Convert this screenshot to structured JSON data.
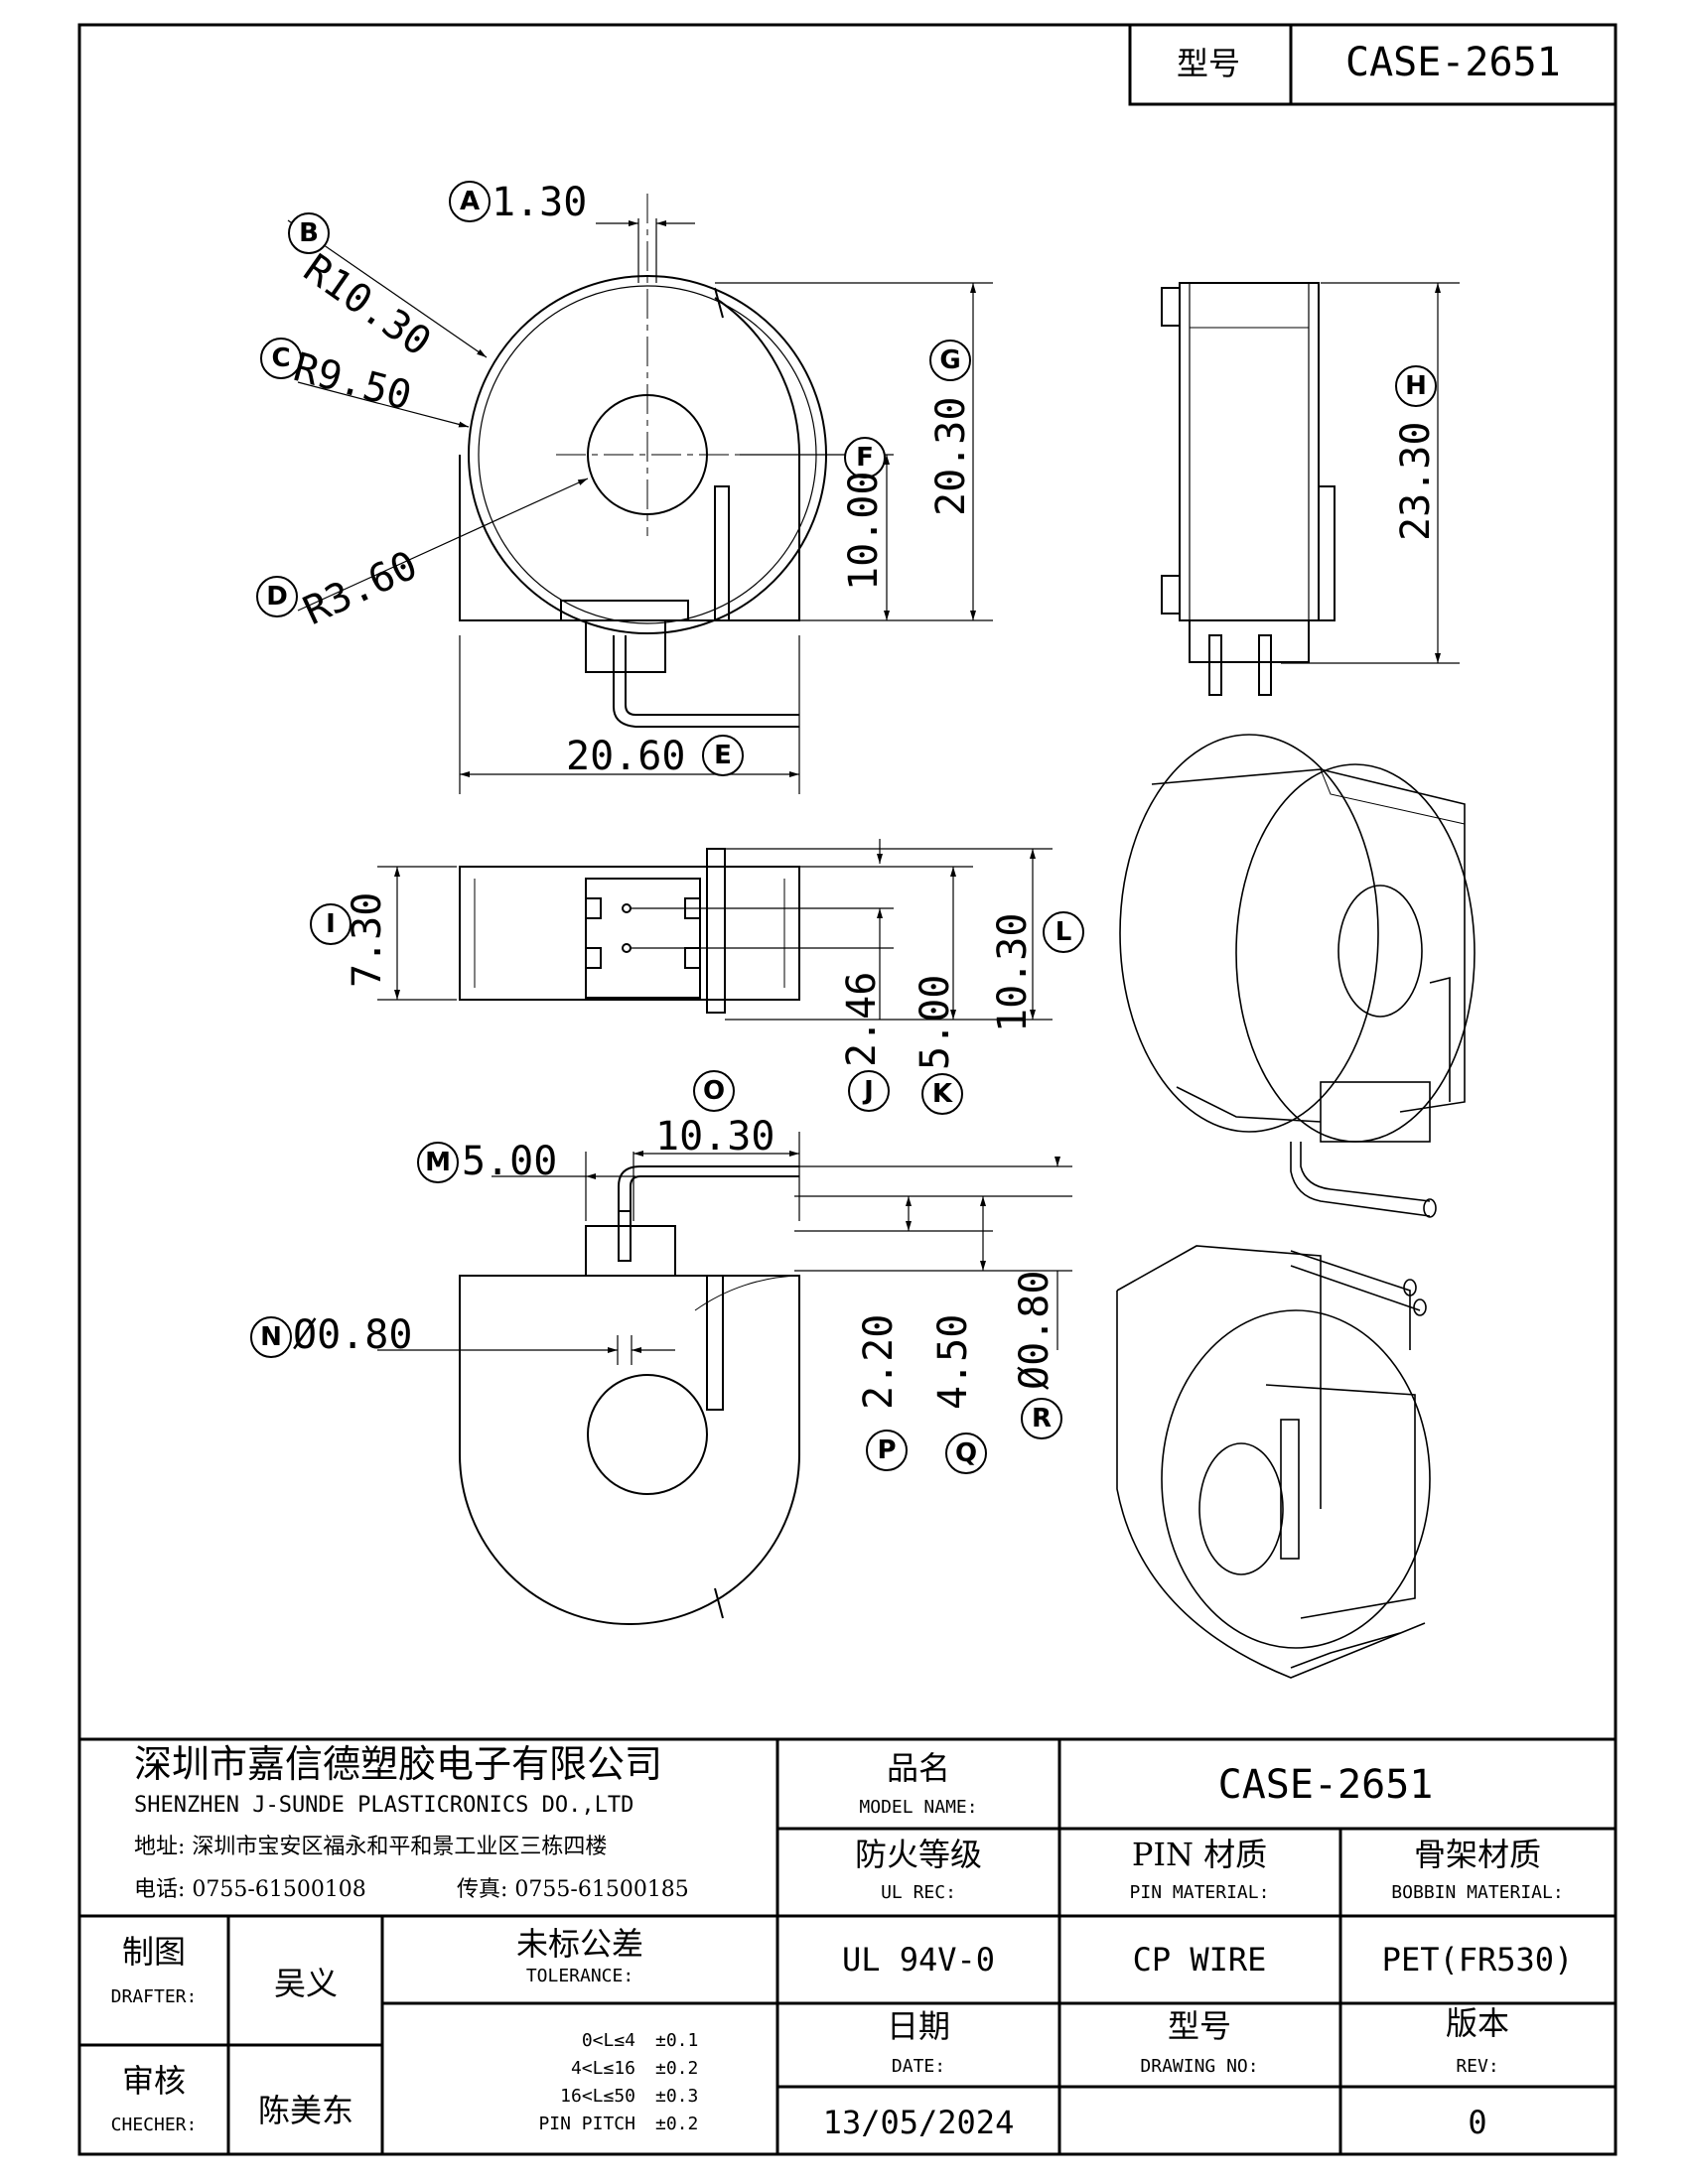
{
  "header": {
    "model_label": "型号",
    "model_value": "CASE-2651"
  },
  "dimensions": {
    "A": {
      "tag": "A",
      "value": "1.30"
    },
    "B": {
      "tag": "B",
      "value": "R10.30"
    },
    "C": {
      "tag": "C",
      "value": "R9.50"
    },
    "D": {
      "tag": "D",
      "value": "R3.60"
    },
    "E": {
      "tag": "E",
      "value": "20.60"
    },
    "F": {
      "tag": "F",
      "value": "10.00"
    },
    "G": {
      "tag": "G",
      "value": "20.30"
    },
    "H": {
      "tag": "H",
      "value": "23.30"
    },
    "I": {
      "tag": "I",
      "value": "7.30"
    },
    "J": {
      "tag": "J",
      "value": "2.46"
    },
    "K": {
      "tag": "K",
      "value": "5.00"
    },
    "L": {
      "tag": "L",
      "value": "10.30"
    },
    "M": {
      "tag": "M",
      "value": "5.00"
    },
    "N": {
      "tag": "N",
      "value": "Ø0.80"
    },
    "O": {
      "tag": "O",
      "value": "10.30"
    },
    "P": {
      "tag": "P",
      "value": "2.20"
    },
    "Q": {
      "tag": "Q",
      "value": "4.50"
    },
    "R": {
      "tag": "R",
      "value": "Ø0.80"
    }
  },
  "title_block": {
    "company_cn": "深圳市嘉信德塑胶电子有限公司",
    "company_en": "SHENZHEN J-SUNDE PLASTICRONICS DO.,LTD",
    "address": "地址: 深圳市宝安区福永和平和景工业区三栋四楼",
    "phone": "电话: 0755-61500108",
    "fax": "传真: 0755-61500185",
    "model_name_cn": "品名",
    "model_name_en": "MODEL NAME:",
    "model_name_value": "CASE-2651",
    "ul_cn": "防火等级",
    "ul_en": "UL REC:",
    "ul_value": "UL 94V-0",
    "pin_cn": "PIN 材质",
    "pin_en": "PIN MATERIAL:",
    "pin_value": "CP WIRE",
    "bobbin_cn": "骨架材质",
    "bobbin_en": "BOBBIN MATERIAL:",
    "bobbin_value": "PET(FR530)",
    "drafter_cn": "制图",
    "drafter_en": "DRAFTER:",
    "drafter_value": "吴义",
    "checker_cn": "审核",
    "checker_en": "CHECHER:",
    "checker_value": "陈美东",
    "tol_cn": "未标公差",
    "tol_en": "TOLERANCE:",
    "tolerances": [
      {
        "range": "0<L≤4",
        "value": "±0.1"
      },
      {
        "range": "4<L≤16",
        "value": "±0.2"
      },
      {
        "range": "16<L≤50",
        "value": "±0.3"
      },
      {
        "range": "PIN PITCH",
        "value": "±0.2"
      }
    ],
    "date_cn": "日期",
    "date_en": "DATE:",
    "date_value": "13/05/2024",
    "drawing_cn": "型号",
    "drawing_en": "DRAWING NO:",
    "drawing_value": "",
    "rev_cn": "版本",
    "rev_en": "REV:",
    "rev_value": "0"
  }
}
